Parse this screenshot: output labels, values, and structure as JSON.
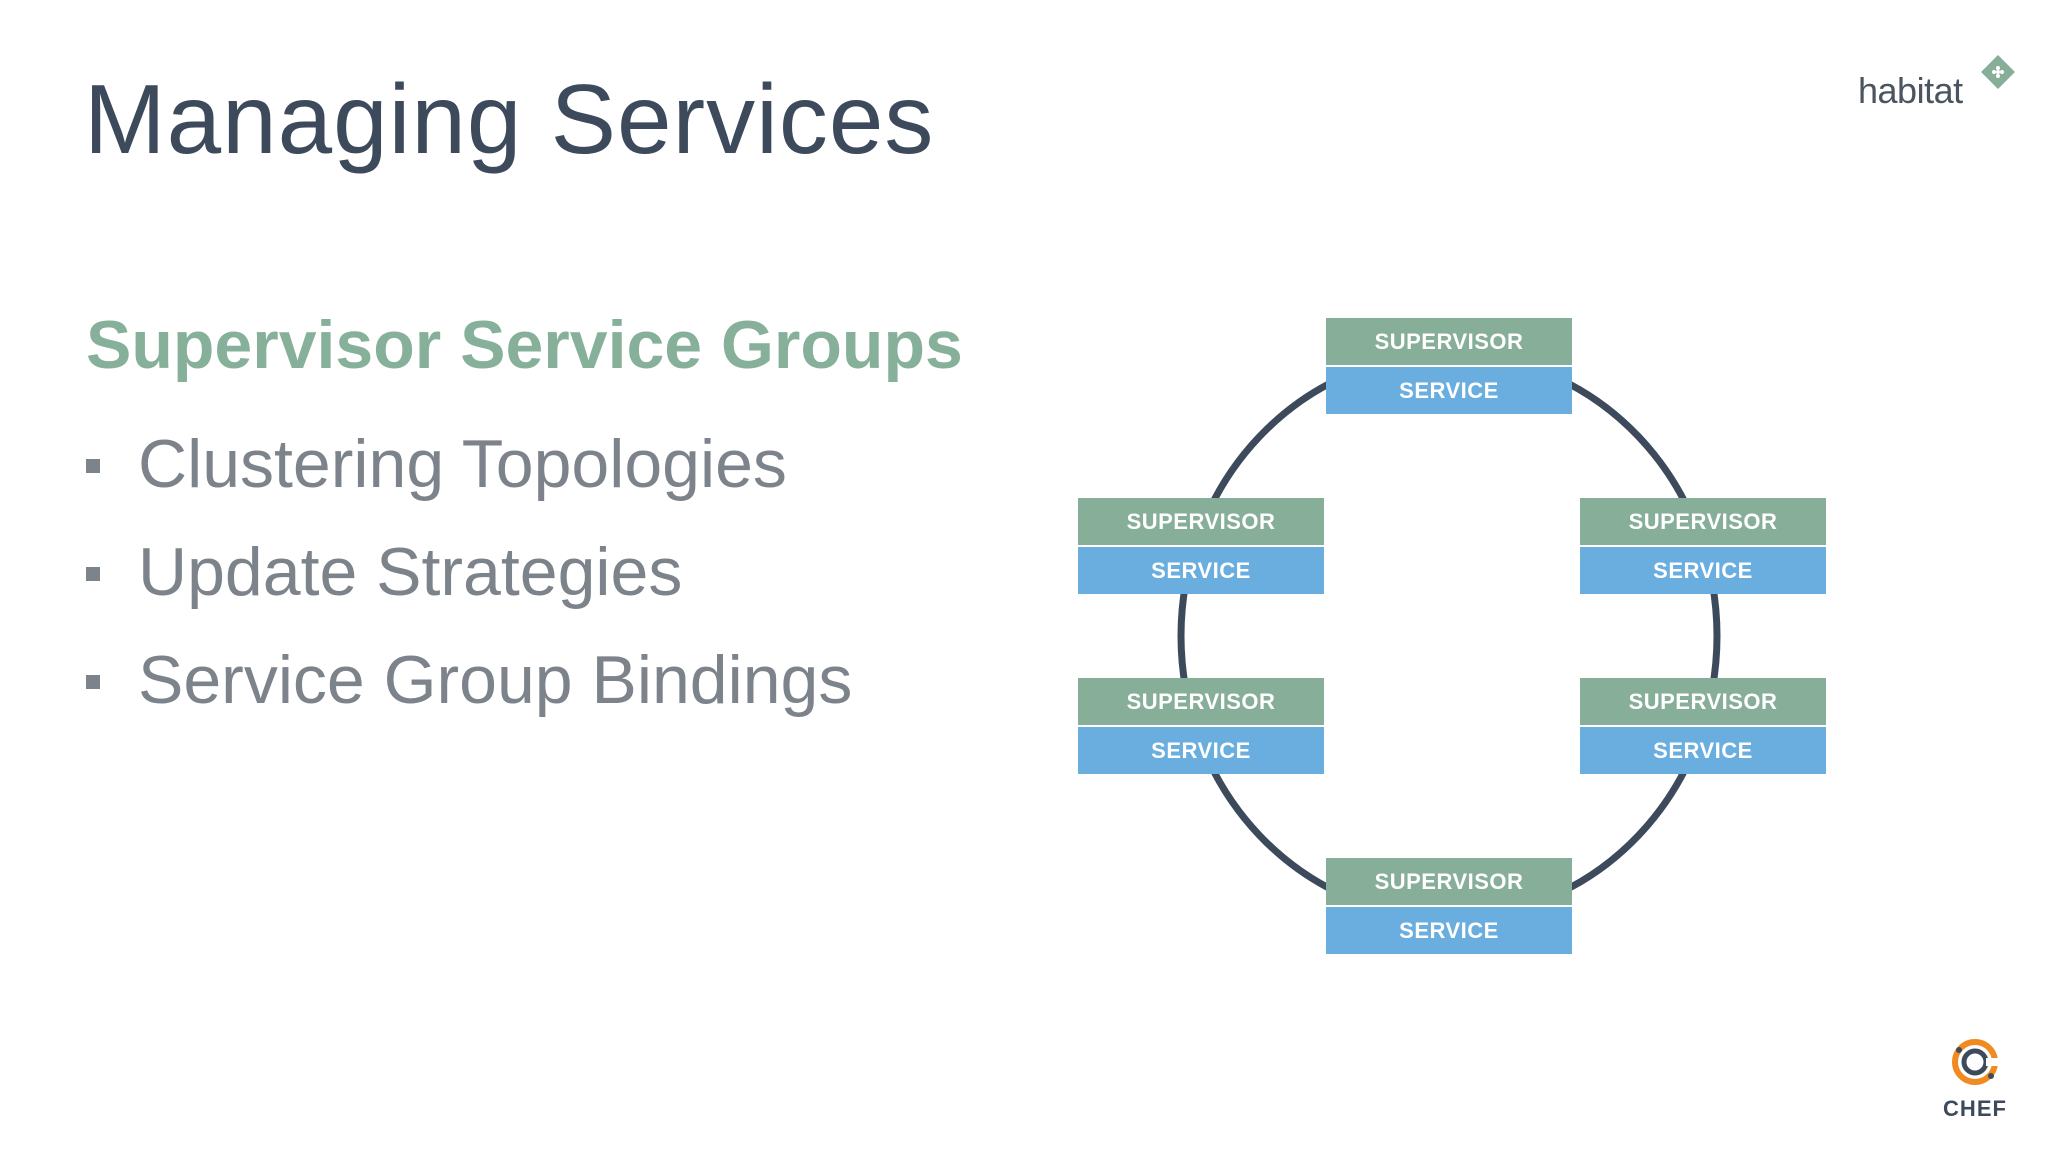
{
  "slide": {
    "title": "Managing Services",
    "subtitle": "Supervisor Service Groups",
    "bullets": [
      "Clustering Topologies",
      "Update Strategies",
      "Service Group Bindings"
    ]
  },
  "diagram": {
    "nodes": [
      {
        "supervisor": "SUPERVISOR",
        "service": "SERVICE"
      },
      {
        "supervisor": "SUPERVISOR",
        "service": "SERVICE"
      },
      {
        "supervisor": "SUPERVISOR",
        "service": "SERVICE"
      },
      {
        "supervisor": "SUPERVISOR",
        "service": "SERVICE"
      },
      {
        "supervisor": "SUPERVISOR",
        "service": "SERVICE"
      },
      {
        "supervisor": "SUPERVISOR",
        "service": "SERVICE"
      }
    ],
    "colors": {
      "supervisor": "#87ae99",
      "service": "#6aaee0",
      "ring": "#3d4a5c"
    }
  },
  "logos": {
    "habitat": "habitat",
    "chef": "CHEF"
  }
}
